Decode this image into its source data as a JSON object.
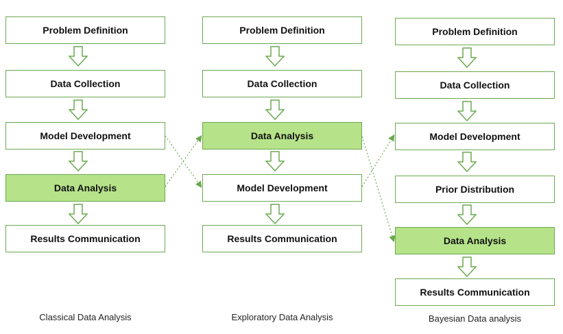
{
  "columns": [
    {
      "caption": "Classical Data Analysis",
      "steps": [
        "Problem Definition",
        "Data Collection",
        "Model Development",
        "Data Analysis",
        "Results Communication"
      ],
      "highlight_index": 3
    },
    {
      "caption": "Exploratory Data Analysis",
      "steps": [
        "Problem Definition",
        "Data Collection",
        "Data Analysis",
        "Model Development",
        "Results Communication"
      ],
      "highlight_index": 2
    },
    {
      "caption": "Bayesian Data analysis",
      "steps": [
        "Problem Definition",
        "Data Collection",
        "Model Development",
        "Prior Distribution",
        "Data Analysis",
        "Results Communication"
      ],
      "highlight_index": 4
    }
  ],
  "colors": {
    "border": "#6aa84f",
    "highlight_fill": "#b6e389",
    "arrow_stroke": "#6aa84f",
    "connector": "#6aa84f"
  }
}
